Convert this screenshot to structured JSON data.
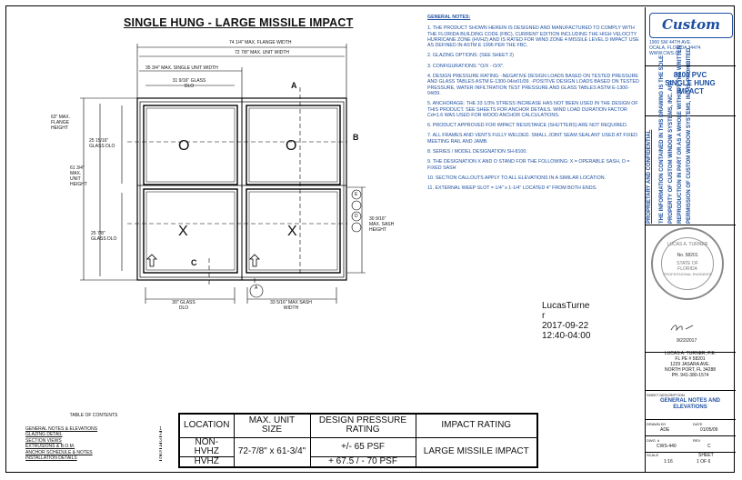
{
  "drawing": {
    "title": "SINGLE HUNG - LARGE MISSILE IMPACT",
    "dims": {
      "flange_width": "74 1/4\" MAX. FLANGE WIDTH",
      "unit_width": "72 7/8\" MAX. UNIT WIDTH",
      "single_unit_width": "35 3/4\" MAX. SINGLE UNIT WIDTH",
      "glass_dlo_top": "31 9/16\" GLASS DLO",
      "flange_height": "63\" MAX. FLANGE HEIGHT",
      "unit_height": "61 3/4\" MAX. UNIT HEIGHT",
      "glass_dlo_left_top": "25 15/16\" GLASS DLO",
      "glass_dlo_left_bottom": "25 7/8\" GLASS DLO",
      "sash_height": "30 9/16\" MAX. SASH HEIGHT",
      "glass_dlo_bottom": "30\" GLASS DLO",
      "sash_width": "33 5/16\" MAX SASH WIDTH"
    },
    "panes": {
      "top_left": "O",
      "top_right": "O",
      "bottom_left": "X",
      "bottom_right": "X"
    },
    "callouts": {
      "a": "A",
      "b": "B",
      "c": "C",
      "d": "D",
      "e": "E"
    }
  },
  "notes": {
    "header": "GENERAL NOTES:",
    "items": [
      "1. THE PRODUCT SHOWN HEREIN IS DESIGNED AND MANUFACTURED TO COMPLY WITH THE FLORIDA BUILDING CODE (FBC), CURRENT EDITION INCLUDING THE HIGH VELOCITY HURRICANE ZONE (HVHZ) AND IS RATED FOR WIND ZONE 4 MISSILE LEVEL D IMPACT USE AS DEFINED IN ASTM E 1996 PER THE FBC.",
      "2. GLAZING OPTIONS: (SEE SHEET 2)",
      "3. CONFIGURATIONS: \"O/X - O/X\".",
      "4. DESIGN PRESSURE RATING: -NEGATIVE DESIGN LOADS BASED ON TESTED PRESSURE AND GLASS TABLES ASTM E-1300-04/e01/09. -POSITIVE DESIGN LOADS BASED ON TESTED PRESSURE, WATER INFILTRATION TEST PRESSURE AND GLASS TABLES ASTM E-1300-04/09.",
      "5. ANCHORAGE: THE 33 1/3% STRESS INCREASE HAS NOT BEEN USED IN THE DESIGN OF THIS PRODUCT. SEE SHEETS FOR ANCHOR DETAILS. WIND LOAD DURATION FACTOR Cd=1.6 WAS USED FOR WOOD ANCHOR CALCULATIONS.",
      "6. PRODUCT APPROVED FOR IMPACT RESISTANCE (SHUTTERS) ARE NOT REQUIRED.",
      "7. ALL FRAMES AND VENTS FULLY WELDED. SMALL JOINT SEAM SEALANT USED AT FIXED MEETING RAIL AND JAMB.",
      "8. SERIES / MODEL DESIGNATION SH-8100.",
      "9. THE DESIGNATION X AND O STAND FOR THE FOLLOWING: X = OPERABLE SASH, O = FIXED SASH",
      "10. SECTION CALLOUTS APPLY TO ALL ELEVATIONS IN A SIMILAR LOCATION.",
      "11. EXTERNAL WEEP SLOT = 1/4\" x 1-1/4\" LOCATED 4\" FROM BOTH ENDS."
    ]
  },
  "titleblock": {
    "logo": "Custom",
    "address": [
      "1900 SW 44TH AVE.",
      "OCALA, FLORIDA 34474",
      "WWW.CWS.CC"
    ],
    "product_title": [
      "8100 PVC",
      "SINGLE HUNG",
      "IMPACT"
    ],
    "proprietary": [
      "PROPRIETARY AND CONFIDENTIAL",
      "THE INFORMATION CONTAINED IN THIS DRAWING IS THE SOLE",
      "PROPERTY OF CUSTOM WINDOW SYSTEMS, INC. ANY",
      "REPRODUCTION IN PART OR AS A WHOLE WITHOUT THE WRITTEN",
      "PERMISSION OF CUSTOM WINDOW SYSTEMS, INC IS PROHIBITED."
    ],
    "seal": [
      "LUCAS A. TURNER",
      "No. 58201",
      "STATE OF",
      "FLORIDA",
      "PROFESSIONAL ENGINEER"
    ],
    "signature_date": "9/22/2017",
    "engineer": [
      "LUCAS A. TURNER, P.E.",
      "FL PE # 58201",
      "1229 JASARA AVE.",
      "NORTH PORT, FL 34288",
      "PH. 941-380-1574"
    ],
    "sheet_desc_label": "SHEET DESCRIPTION",
    "sheet_desc": "GENERAL NOTES AND ELEVATIONS",
    "drawn_label": "DRAWN BY",
    "drawn": "ADE",
    "date_label": "DATE",
    "date": "01/05/09",
    "dwg_label": "DWG. #",
    "dwg": "CWS-440",
    "rev_label": "REV",
    "rev": "C",
    "scale_label": "SCALE",
    "scale": "1:16",
    "sheet_label": "SHEET",
    "sheet": "1 OF 6"
  },
  "stamp": {
    "lines": [
      "LucasTurne",
      "r",
      "2017-09-22",
      "12:40-04:00"
    ]
  },
  "toc": {
    "title": "TABLE OF CONTENTS",
    "rows": [
      {
        "label": "GENERAL NOTES & ELEVATIONS",
        "page": "1"
      },
      {
        "label": "GLAZING DETAIL",
        "page": "2"
      },
      {
        "label": "SECTION VIEWS",
        "page": "3"
      },
      {
        "label": "EXTRUSIONS & B.O.M.",
        "page": "4"
      },
      {
        "label": "ANCHOR SCHEDULE & NOTES",
        "page": "5"
      },
      {
        "label": "INSTALLATION DETAILS",
        "page": "6"
      }
    ]
  },
  "rating_table": {
    "headers": [
      "LOCATION",
      "MAX. UNIT SIZE",
      "DESIGN PRESSURE RATING",
      "IMPACT RATING"
    ],
    "loc1": "NON-HVHZ",
    "loc2": "HVHZ",
    "size": "72-7/8\" x 61-3/4\"",
    "dp1": "+/- 65 PSF",
    "dp2": "+ 67.5 / - 70 PSF",
    "impact": "LARGE MISSILE IMPACT"
  }
}
